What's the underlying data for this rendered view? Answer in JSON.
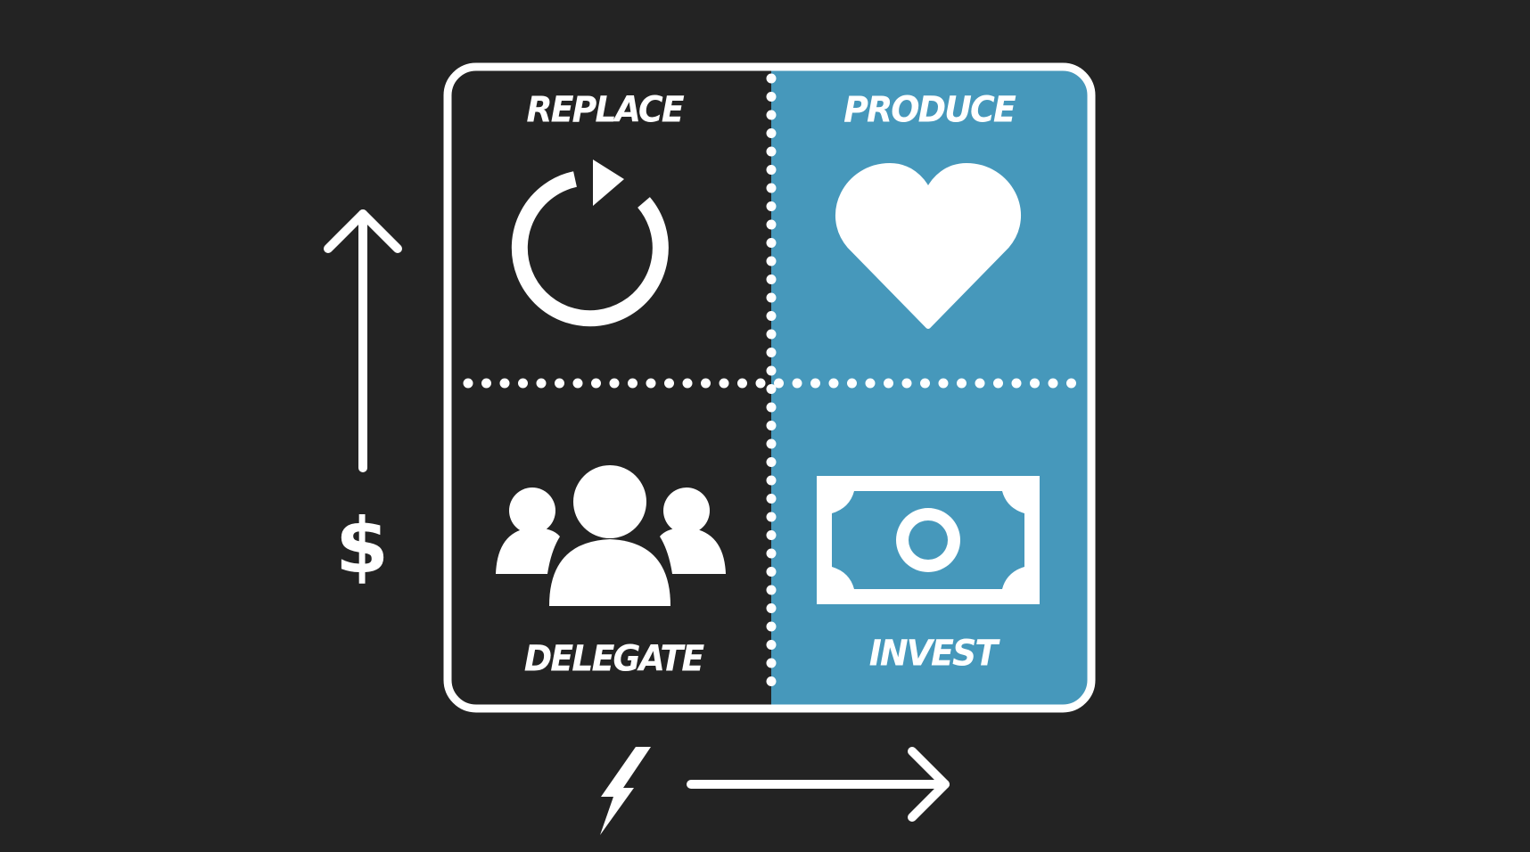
{
  "quadrants": {
    "top_left": {
      "label": "REPLACE",
      "icon": "refresh-icon"
    },
    "top_right": {
      "label": "PRODUCE",
      "icon": "heart-icon"
    },
    "bottom_left": {
      "label": "DELEGATE",
      "icon": "people-group-icon"
    },
    "bottom_right": {
      "label": "INVEST",
      "icon": "banknote-icon"
    }
  },
  "y_axis": {
    "symbol": "$",
    "arrow": "up-arrow-icon"
  },
  "x_axis": {
    "symbol_icon": "lightning-bolt-icon",
    "arrow": "right-arrow-icon"
  },
  "colors": {
    "background": "#232323",
    "highlight": "#4698bb",
    "foreground": "#ffffff"
  }
}
